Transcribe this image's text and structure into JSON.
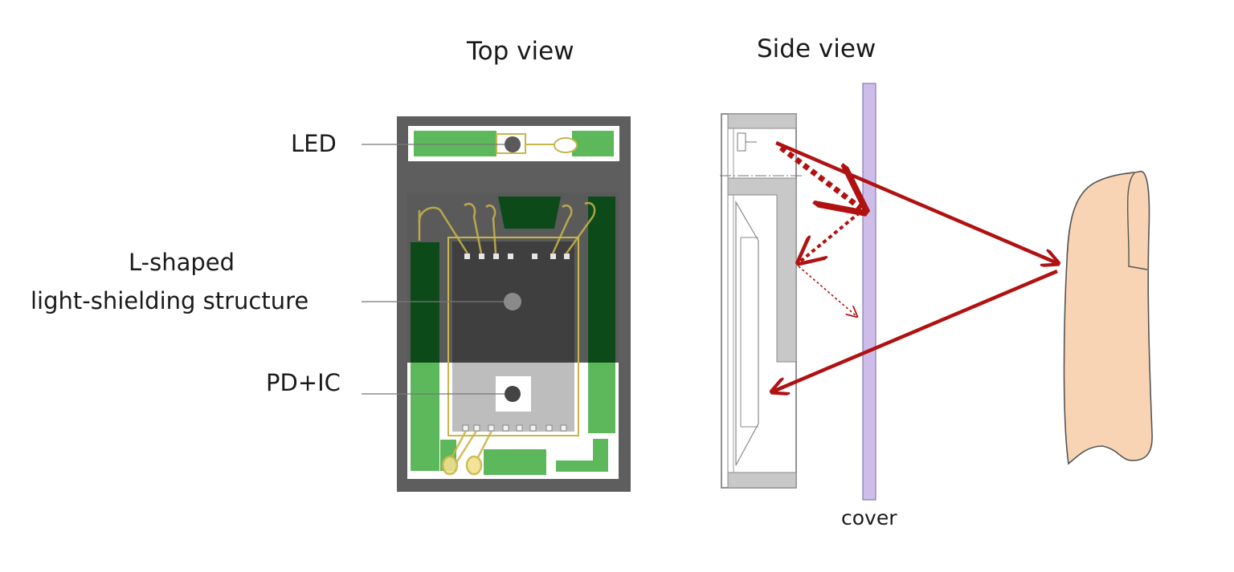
{
  "titles": {
    "top_view": "Top view",
    "side_view": "Side view"
  },
  "labels": {
    "led": "LED",
    "shield_line1": "L-shaped",
    "shield_line2": "light-shielding structure",
    "pd_ic": "PD+IC",
    "cover": "cover"
  },
  "colors": {
    "package_dark": "#5e5e5e",
    "pcb_green": "#5cb85a",
    "dark_green": "#0c4a1a",
    "wire_gold": "#c9b64a",
    "shield_gray": "#3f3f3f",
    "cover_purple": "#cdbde8",
    "arrow_red": "#b01212",
    "finger_skin": "#f8d4b4"
  }
}
